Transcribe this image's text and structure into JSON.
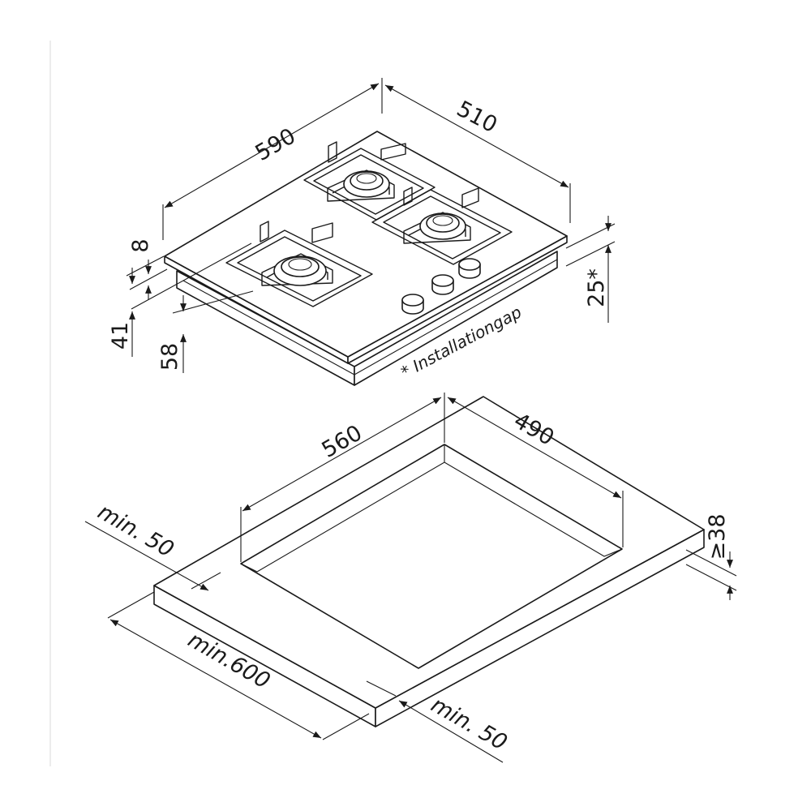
{
  "hob": {
    "width": "590",
    "depth": "510",
    "glass_thickness": "8",
    "body_height": "41",
    "install_depth": "58",
    "installation_gap": "25*",
    "note": "* Installationgap"
  },
  "cutout": {
    "width": "560",
    "depth": "490",
    "worktop_thickness": "≥38",
    "min_left": "min. 50",
    "min_front": "min. 50",
    "min_worktop": "min.600"
  }
}
